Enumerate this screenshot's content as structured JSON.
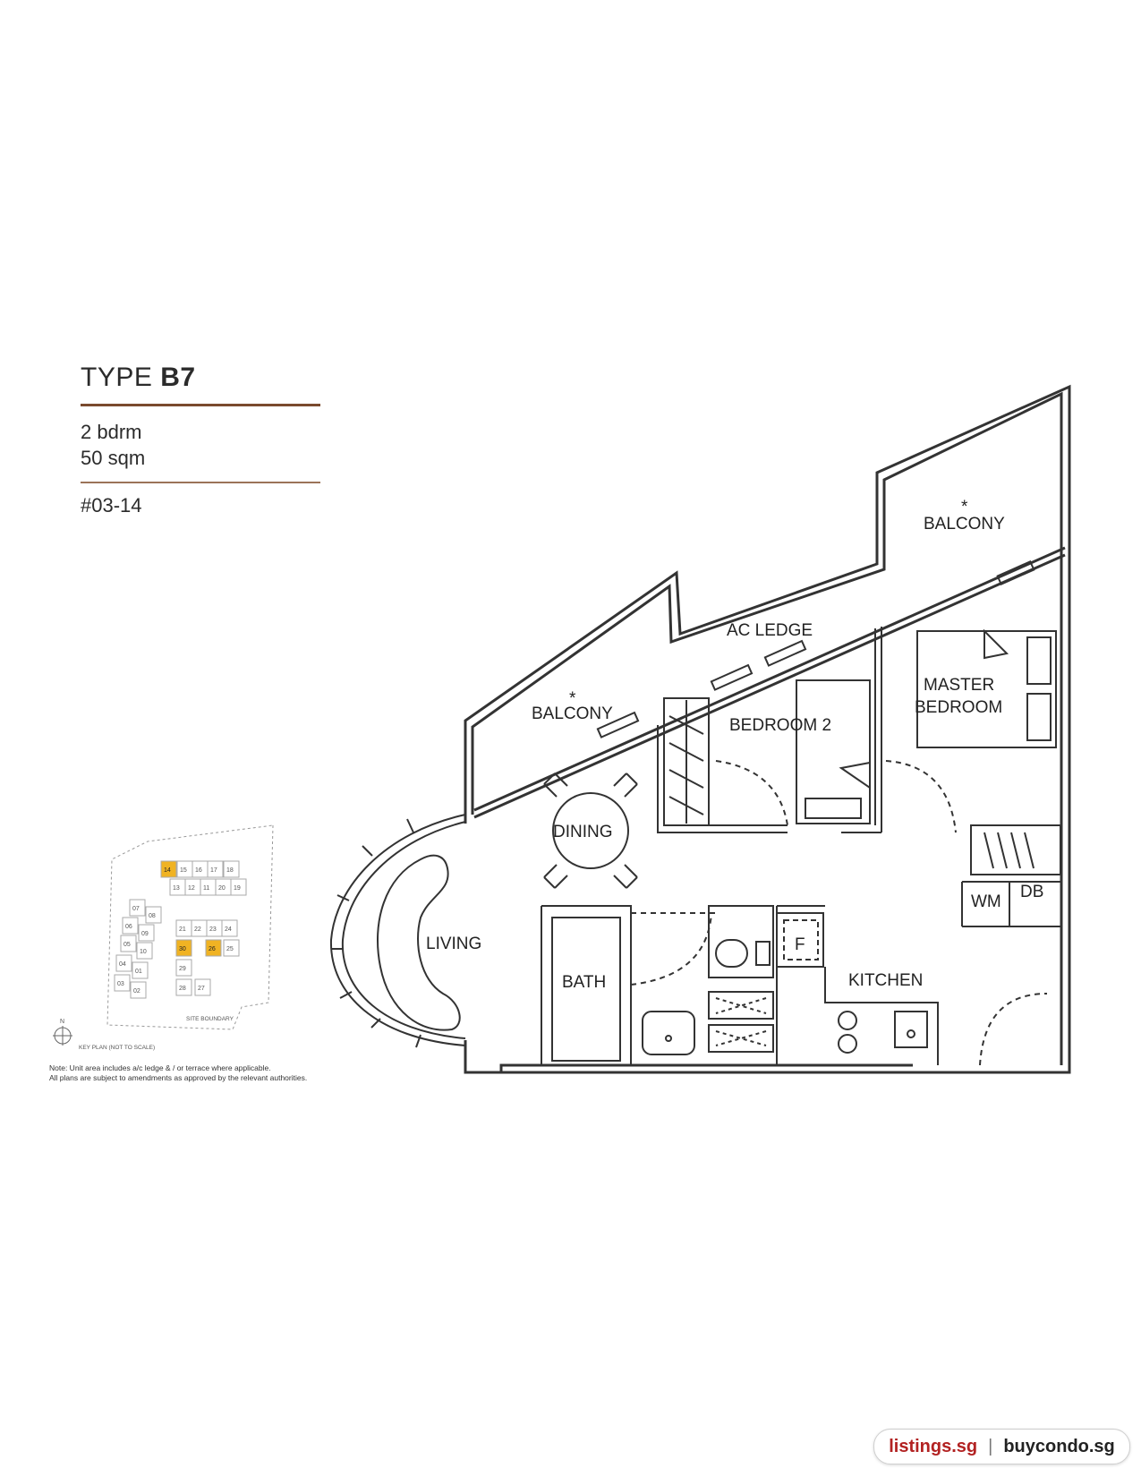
{
  "header": {
    "type_prefix": "TYPE",
    "type_code": "B7",
    "bedrooms": "2 bdrm",
    "area": "50 sqm",
    "unit_number": "#03-14"
  },
  "rooms": {
    "balcony_left": "BALCONY",
    "balcony_right": "BALCONY",
    "ac_ledge": "AC LEDGE",
    "bedroom2": "BEDROOM 2",
    "master_line1": "MASTER",
    "master_line2": "BEDROOM",
    "dining": "DINING",
    "living": "LIVING",
    "bath": "BATH",
    "kitchen": "KITCHEN",
    "wm": "WM",
    "db": "DB",
    "fridge": "F",
    "asterisk": "*"
  },
  "key_plan": {
    "units": [
      "14",
      "15",
      "16",
      "17",
      "18",
      "13",
      "12",
      "11",
      "20",
      "19",
      "07",
      "08",
      "06",
      "09",
      "05",
      "10",
      "04",
      "01",
      "03",
      "02",
      "21",
      "22",
      "23",
      "24",
      "30",
      "26",
      "25",
      "29",
      "28",
      "27"
    ],
    "highlighted": [
      "14",
      "30",
      "26"
    ],
    "site_boundary": "SITE BOUNDARY",
    "caption": "KEY PLAN (NOT TO SCALE)",
    "north": "N",
    "highlight_color": "#f0b323"
  },
  "note": {
    "line1": "Note: Unit area includes a/c ledge & / or terrace where applicable.",
    "line2": "All plans are subject to amendments as approved by the relevant authorities."
  },
  "footer": {
    "site_a": "listings.sg",
    "separator": "|",
    "site_b": "buycondo.sg"
  }
}
